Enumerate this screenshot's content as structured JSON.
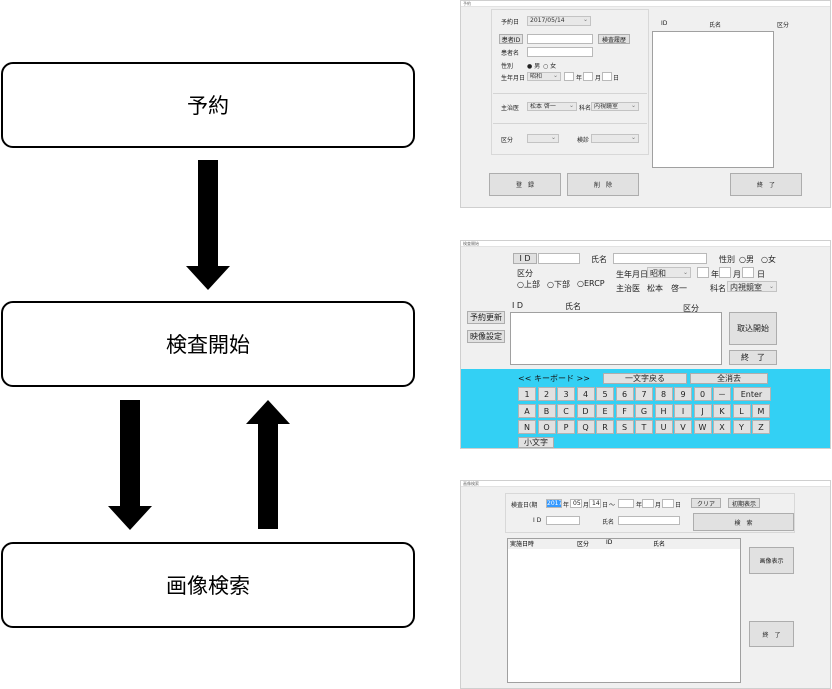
{
  "flow": {
    "step1": "予約",
    "step2": "検査開始",
    "step3": "画像検索"
  },
  "win1": {
    "title": "予約",
    "date_label": "予約日",
    "date_value": "2017/05/14",
    "patient_id_button": "患者ID",
    "history_button": "検査履歴",
    "patient_name_label": "患者名",
    "sex_label": "性別",
    "sex_male": "男",
    "sex_female": "女",
    "birth_label": "生年月日",
    "era": "昭和",
    "year_unit": "年",
    "month_unit": "月",
    "day_unit": "日",
    "doctor_label": "主治医",
    "doctor_value": "松本 啓一",
    "dept_label": "科名",
    "dept_value": "内視鏡室",
    "category_label": "区分",
    "exam_label": "検診",
    "list_headers": [
      "ID",
      "氏名",
      "区分"
    ],
    "register_button": "登　録",
    "delete_button": "削　除",
    "exit_button": "終　了"
  },
  "win2": {
    "title": "検査開始",
    "id_button": "I D",
    "name_label": "氏名",
    "sex_label": "性別",
    "sex_male": "男",
    "sex_female": "女",
    "category_label": "区分",
    "radio_upper": "上部",
    "radio_lower": "下部",
    "radio_ercp": "ERCP",
    "birth_label": "生年月日",
    "era": "昭和",
    "year_unit": "年",
    "month_unit": "月",
    "day_unit": "日",
    "doctor_label": "主治医",
    "doctor_value": "松本　啓一",
    "dept_label": "科名",
    "dept_value": "内視鏡室",
    "list_headers": [
      "I D",
      "氏名",
      "区分"
    ],
    "update_button": "予約更新",
    "video_button": "映像設定",
    "capture_button": "取込開始",
    "exit_button": "終　了",
    "keyboard": {
      "title": "<< キーボード >>",
      "back_button": "一文字戻る",
      "clear_button": "全消去",
      "row1": [
        "1",
        "2",
        "3",
        "4",
        "5",
        "6",
        "7",
        "8",
        "9",
        "0",
        "－",
        "Enter"
      ],
      "row2": [
        "A",
        "B",
        "C",
        "D",
        "E",
        "F",
        "G",
        "H",
        "I",
        "J",
        "K",
        "L",
        "M"
      ],
      "row3": [
        "N",
        "O",
        "P",
        "Q",
        "R",
        "S",
        "T",
        "U",
        "V",
        "W",
        "X",
        "Y",
        "Z"
      ],
      "lowercase_button": "小文字"
    }
  },
  "win3": {
    "title": "画像検索",
    "period_label": "検査日(期",
    "from_year": "2017",
    "year_unit": "年",
    "from_month": "05",
    "month_unit": "月",
    "from_day": "14",
    "day_unit": "日",
    "tilde": "～",
    "clear_button": "クリア",
    "init_button": "初期表示",
    "id_label": "I D",
    "name_label": "氏名",
    "search_button": "検　索",
    "list_headers": [
      "実施日時",
      "区分",
      "ID",
      "氏名"
    ],
    "image_button": "画像表示",
    "exit_button": "終　了"
  }
}
